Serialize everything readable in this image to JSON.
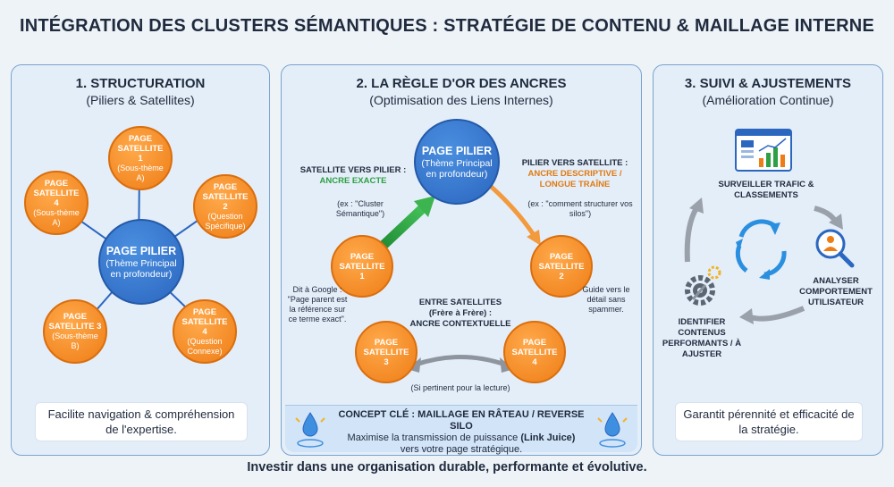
{
  "title": "INTÉGRATION DES CLUSTERS SÉMANTIQUES : STRATÉGIE DE CONTENU & MAILLAGE INTERNE",
  "panel1": {
    "title": "1. STRUCTURATION",
    "subtitle": "(Piliers & Satellites)",
    "pillar": {
      "title": "PAGE PILIER",
      "sub": "(Thème Principal en profondeur)"
    },
    "satellites": [
      {
        "title": "PAGE SATELLITE 1",
        "sub": "(Sous-thème A)"
      },
      {
        "title": "PAGE SATELLITE 2",
        "sub": "(Question Spécifique)"
      },
      {
        "title": "PAGE SATELLITE 4",
        "sub": "(Question Connexe)"
      },
      {
        "title": "PAGE SATELLITE 3",
        "sub": "(Sous-thème B)"
      },
      {
        "title": "PAGE SATELLITE 4",
        "sub": "(Sous-thème A)"
      }
    ],
    "box": "Facilite navigation & compréhension de l'expertise."
  },
  "panel2": {
    "title": "2. LA RÈGLE D'OR DES ANCRES",
    "subtitle": "(Optimisation des Liens Internes)",
    "pillar": {
      "title": "PAGE PILIER",
      "sub": "(Thème Principal en profondeur)"
    },
    "sat1": "PAGE SATELLITE 1",
    "sat2": "PAGE SATELLITE 2",
    "sat3": "PAGE SATELLITE 3",
    "sat4": "PAGE SATELLITE 4",
    "left_label": "SATELLITE VERS PILIER :",
    "left_anchor": "ANCRE EXACTE",
    "left_ex": "(ex : \"Cluster Sémantique\")",
    "left_note": "Dit à Google : \"Page parent est la référence sur ce terme exact\".",
    "right_label": "PILIER VERS SATELLITE :",
    "right_anchor": "ANCRE DESCRIPTIVE / LONGUE TRAÎNE",
    "right_ex": "(ex : \"comment structurer vos silos\")",
    "right_note": "Guide vers le détail sans spammer.",
    "between_label": "ENTRE SATELLITES",
    "between_sub": "(Frère à Frère) :",
    "between_anchor": "ANCRE CONTEXTUELLE",
    "between_note": "(Si pertinent pour la lecture)",
    "concept_title": "CONCEPT CLÉ : MAILLAGE EN RÂTEAU / REVERSE SILO",
    "concept_line1": "Maximise la transmission de puissance",
    "concept_bold": "(Link Juice)",
    "concept_line2": "vers votre page stratégique."
  },
  "panel3": {
    "title": "3. SUIVI & AJUSTEMENTS",
    "subtitle": "(Amélioration Continue)",
    "step1": "SURVEILLER TRAFIC & CLASSEMENTS",
    "step2": "ANALYSER COMPORTEMENT UTILISATEUR",
    "step3": "IDENTIFIER CONTENUS PERFORMANTS / À AJUSTER",
    "box": "Garantit pérennité et efficacité de la stratégie."
  },
  "footer": "Investir dans une organisation durable, performante et évolutive.",
  "colors": {
    "orange": "#ee7d16",
    "blue": "#2b66bf",
    "green": "#2ea043",
    "accent_orange": "#e07a12"
  }
}
